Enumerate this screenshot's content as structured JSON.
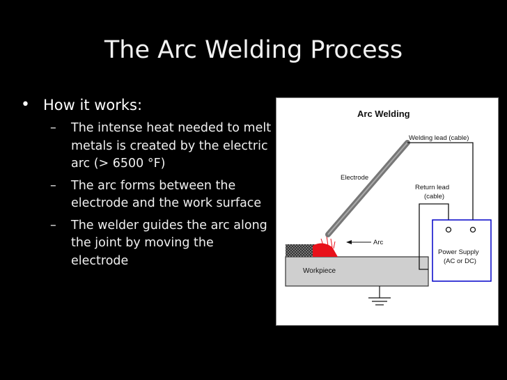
{
  "slide": {
    "title": "The Arc Welding Process",
    "bullet": "How it works:",
    "subbullets": [
      "The intense heat needed to melt metals is created by the electric arc (> 6500 °F)",
      "The arc forms between the electrode and the work surface",
      "The welder guides the arc along the joint by moving the electrode"
    ]
  },
  "diagram": {
    "title": "Arc Welding",
    "welding_lead": "Welding lead (cable)",
    "electrode": "Electrode",
    "return_lead_1": "Return lead",
    "return_lead_2": "(cable)",
    "arc": "Arc",
    "power_supply_1": "Power Supply",
    "power_supply_2": "(AC or DC)",
    "workpiece": "Workpiece"
  }
}
